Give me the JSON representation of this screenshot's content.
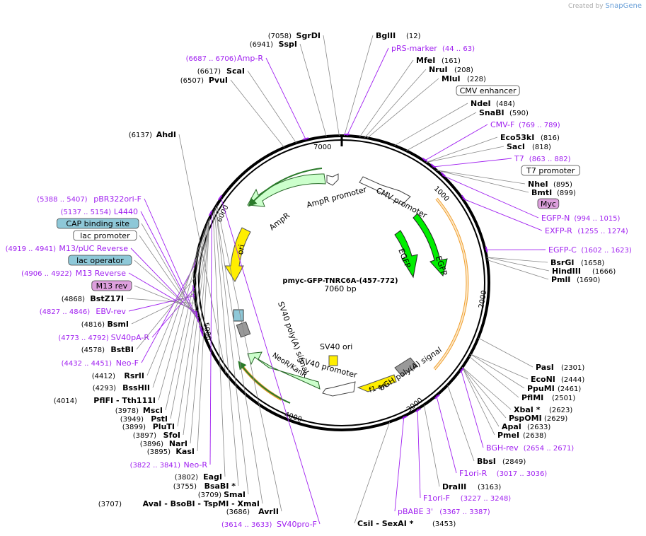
{
  "credit": {
    "prefix": "Created by",
    "brand": "SnapGene"
  },
  "plasmid": {
    "name": "pmyc-GFP-TNRC6A-(457-772)",
    "size": "7060 bp"
  },
  "ticks": [
    "7000",
    "1000",
    "2000",
    "3000",
    "4000",
    "5000",
    "6000"
  ],
  "left_labels": [
    {
      "name": "AhdI",
      "coord": "(6137)",
      "type": "enzyme"
    },
    {
      "name": "pBR322ori-F",
      "coord": "(5388 .. 5407)",
      "type": "primer"
    },
    {
      "name": "L4440",
      "coord": "(5137 .. 5154)",
      "type": "primer"
    },
    {
      "name": "CAP binding site",
      "coord": "",
      "type": "box-blue"
    },
    {
      "name": "lac promoter",
      "coord": "",
      "type": "box-white"
    },
    {
      "name": "M13/pUC Reverse",
      "coord": "(4919 .. 4941)",
      "type": "primer"
    },
    {
      "name": "lac operator",
      "coord": "",
      "type": "box-blue"
    },
    {
      "name": "M13 Reverse",
      "coord": "(4906 .. 4922)",
      "type": "primer"
    },
    {
      "name": "M13 rev",
      "coord": "",
      "type": "box-purple"
    },
    {
      "name": "BstZ17I",
      "coord": "(4868)",
      "type": "enzyme"
    },
    {
      "name": "EBV-rev",
      "coord": "(4827 .. 4846)",
      "type": "primer"
    },
    {
      "name": "BsmI",
      "coord": "(4816)",
      "type": "enzyme"
    },
    {
      "name": "SV40pA-R",
      "coord": "(4773 .. 4792)",
      "type": "primer"
    },
    {
      "name": "BstBI",
      "coord": "(4578)",
      "type": "enzyme"
    },
    {
      "name": "Neo-F",
      "coord": "(4432 .. 4451)",
      "type": "primer"
    },
    {
      "name": "RsrII",
      "coord": "(4412)",
      "type": "enzyme"
    },
    {
      "name": "BssHII",
      "coord": "(4293)",
      "type": "enzyme"
    },
    {
      "name": "PflFI - Tth111I",
      "coord": "(4014)",
      "type": "enzyme"
    },
    {
      "name": "MscI",
      "coord": "(3978)",
      "type": "enzyme"
    },
    {
      "name": "PstI",
      "coord": "(3949)",
      "type": "enzyme"
    },
    {
      "name": "PluTI",
      "coord": "(3899)",
      "type": "enzyme"
    },
    {
      "name": "SfoI",
      "coord": "(3897)",
      "type": "enzyme"
    },
    {
      "name": "NarI",
      "coord": "(3896)",
      "type": "enzyme"
    },
    {
      "name": "KasI",
      "coord": "(3895)",
      "type": "enzyme"
    },
    {
      "name": "Neo-R",
      "coord": "(3822 .. 3841)",
      "type": "primer"
    },
    {
      "name": "EagI",
      "coord": "(3802)",
      "type": "enzyme"
    },
    {
      "name": "BsaBI *",
      "coord": "(3755)",
      "type": "enzyme"
    },
    {
      "name": "SmaI",
      "coord": "(3709)",
      "type": "enzyme"
    },
    {
      "name": "AvaI - BsoBI - TspMI - XmaI",
      "coord": "(3707)",
      "type": "enzyme"
    },
    {
      "name": "AvrII",
      "coord": "(3686)",
      "type": "enzyme"
    },
    {
      "name": "SV40pro-F",
      "coord": "(3614 .. 3633)",
      "type": "primer"
    }
  ],
  "top_labels": [
    {
      "name": "SgrDI",
      "coord": "(7058)",
      "type": "enzyme"
    },
    {
      "name": "SspI",
      "coord": "(6941)",
      "type": "enzyme"
    },
    {
      "name": "Amp-R",
      "coord": "(6687 .. 6706)",
      "type": "primer"
    },
    {
      "name": "ScaI",
      "coord": "(6617)",
      "type": "enzyme"
    },
    {
      "name": "PvuI",
      "coord": "(6507)",
      "type": "enzyme"
    },
    {
      "name": "BglII",
      "coord": "(12)",
      "type": "enzyme"
    }
  ],
  "right_labels": [
    {
      "name": "pRS-marker",
      "coord": "(44 .. 63)",
      "type": "primer"
    },
    {
      "name": "MfeI",
      "coord": "(161)",
      "type": "enzyme"
    },
    {
      "name": "NruI",
      "coord": "(208)",
      "type": "enzyme"
    },
    {
      "name": "MluI",
      "coord": "(228)",
      "type": "enzyme"
    },
    {
      "name": "CMV enhancer",
      "coord": "",
      "type": "box-white"
    },
    {
      "name": "NdeI",
      "coord": "(484)",
      "type": "enzyme"
    },
    {
      "name": "SnaBI",
      "coord": "(590)",
      "type": "enzyme"
    },
    {
      "name": "CMV-F",
      "coord": "(769 .. 789)",
      "type": "primer"
    },
    {
      "name": "Eco53kI",
      "coord": "(816)",
      "type": "enzyme"
    },
    {
      "name": "SacI",
      "coord": "(818)",
      "type": "enzyme"
    },
    {
      "name": "T7",
      "coord": "(863 .. 882)",
      "type": "primer"
    },
    {
      "name": "T7 promoter",
      "coord": "",
      "type": "box-white"
    },
    {
      "name": "NheI",
      "coord": "(895)",
      "type": "enzyme"
    },
    {
      "name": "BmtI",
      "coord": "(899)",
      "type": "enzyme"
    },
    {
      "name": "Myc",
      "coord": "",
      "type": "box-purple"
    },
    {
      "name": "EGFP-N",
      "coord": "(994 .. 1015)",
      "type": "primer"
    },
    {
      "name": "EXFP-R",
      "coord": "(1255 .. 1274)",
      "type": "primer"
    },
    {
      "name": "EGFP-C",
      "coord": "(1602 .. 1623)",
      "type": "primer"
    },
    {
      "name": "BsrGI",
      "coord": "(1658)",
      "type": "enzyme"
    },
    {
      "name": "HindIII",
      "coord": "(1666)",
      "type": "enzyme"
    },
    {
      "name": "PmlI",
      "coord": "(1690)",
      "type": "enzyme"
    },
    {
      "name": "PasI",
      "coord": "(2301)",
      "type": "enzyme"
    },
    {
      "name": "EcoNI",
      "coord": "(2444)",
      "type": "enzyme"
    },
    {
      "name": "PpuMI",
      "coord": "(2461)",
      "type": "enzyme"
    },
    {
      "name": "PflMI",
      "coord": "(2501)",
      "type": "enzyme"
    },
    {
      "name": "XbaI *",
      "coord": "(2623)",
      "type": "enzyme"
    },
    {
      "name": "PspOMI",
      "coord": "(2629)",
      "type": "enzyme"
    },
    {
      "name": "ApaI",
      "coord": "(2633)",
      "type": "enzyme"
    },
    {
      "name": "PmeI",
      "coord": "(2638)",
      "type": "enzyme"
    },
    {
      "name": "BGH-rev",
      "coord": "(2654 .. 2671)",
      "type": "primer"
    },
    {
      "name": "BbsI",
      "coord": "(2849)",
      "type": "enzyme"
    },
    {
      "name": "F1ori-R",
      "coord": "(3017 .. 3036)",
      "type": "primer"
    },
    {
      "name": "DraIII",
      "coord": "(3163)",
      "type": "enzyme"
    },
    {
      "name": "F1ori-F",
      "coord": "(3227 .. 3248)",
      "type": "primer"
    },
    {
      "name": "pBABE 3'",
      "coord": "(3367 .. 3387)",
      "type": "primer"
    },
    {
      "name": "CsiI - SexAI *",
      "coord": "(3453)",
      "type": "enzyme"
    }
  ],
  "features": {
    "ampr_promoter": "AmpR promoter",
    "ampr": "AmpR",
    "ori": "ori",
    "cmv_promoter": "CMV promoter",
    "egfp1": "EGFP",
    "egfp2": "EGFP",
    "sv40_polya": "SV40 poly(A) signal",
    "sv40_ori": "SV40 ori",
    "sv40_promoter": "SV40 promoter",
    "neor": "NeoR/KanR",
    "bgh_polya": "bGH poly(A) signal",
    "f1_ori": "f1 ori"
  },
  "colors": {
    "enzyme": "#000000",
    "primer": "#a020f0",
    "backbone": "#000000",
    "green_feature": "#00ee00",
    "pale_green": "#ccffcc",
    "ori_yellow": "#ffee00",
    "orange_arc": "#f0a030",
    "gray_feature": "#999999",
    "box_blue": "#8ec8d8",
    "box_purple": "#dda0dd"
  }
}
